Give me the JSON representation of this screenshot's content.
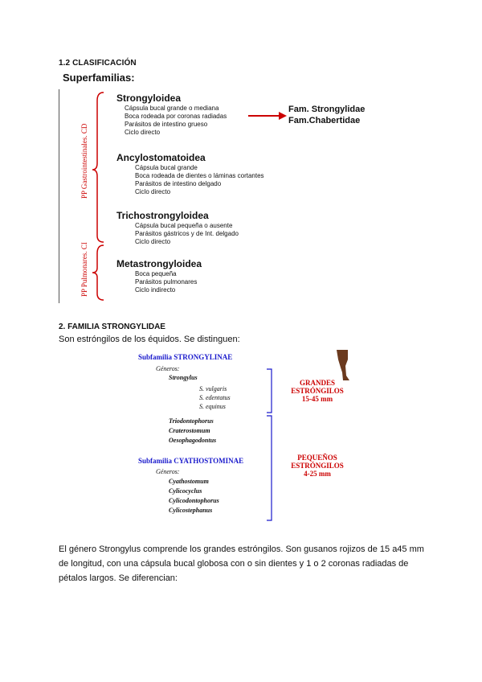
{
  "section1": {
    "heading": "1.2 CLASIFICACIÓN",
    "superfamilias_label": "Superfamilias:",
    "side_label_cd": "PP Gastrointestinales. CD",
    "side_label_ci": "PP Pulmonares. CI",
    "groups": [
      {
        "title": "Strongyloidea",
        "items": [
          "Cápsula bucal grande o mediana",
          "Boca rodeada por coronas radiadas",
          "Parásitos de intestino grueso",
          "Ciclo directo"
        ]
      },
      {
        "title": "Ancylostomatoidea",
        "items": [
          "Cápsula bucal grande",
          "Boca rodeada de dientes o láminas cortantes",
          "Parásitos de intestino delgado",
          "Ciclo directo"
        ]
      },
      {
        "title": "Trichostrongyloidea",
        "items": [
          "Cápsula bucal pequeña o ausente",
          "Parásitos gástricos y de Int. delgado",
          "Ciclo directo"
        ]
      },
      {
        "title": "Metastrongyloidea",
        "items": [
          "Boca pequeña",
          "Parásitos pulmonares",
          "Ciclo indirecto"
        ]
      }
    ],
    "families": [
      "Fam. Strongylidae",
      "Fam.Chabertidae"
    ]
  },
  "section2": {
    "heading": "2. FAMILIA STRONGYLIDAE",
    "intro": "Son estróngilos de los équidos. Se distinguen:",
    "subfamily1": "Subfamilia STRONGYLINAE",
    "generos_label_1": "Géneros:",
    "strongylus": "Strongylus",
    "species": [
      "S. vulgaris",
      "S. edentatus",
      "S. equinus"
    ],
    "genera_small_1": [
      "Triodontophorus",
      "Craterostomum",
      "Oesophagodontus"
    ],
    "subfamily2": "Subfamilia CYATHOSTOMINAE",
    "generos_label_2": "Géneros:",
    "genera_small_2": [
      "Cyathostomum",
      "Cylicocyclus",
      "Cylicodontophorus",
      "Cylicostephanus"
    ],
    "grandes": [
      "GRANDES",
      "ESTRÓNGILOS",
      "15-45 mm"
    ],
    "pequenos": [
      "PEQUEÑOS",
      "ESTRÓNGILOS",
      "4-25 mm"
    ]
  },
  "paragraph": "El género Strongylus comprende los grandes estróngilos. Son gusanos rojizos de 15 a45 mm de longitud, con una cápsula bucal globosa con o sin dientes y 1 o 2 coronas radiadas de pétalos largos. Se diferencian:",
  "colors": {
    "red": "#cc0000",
    "blue": "#1a1acc"
  }
}
